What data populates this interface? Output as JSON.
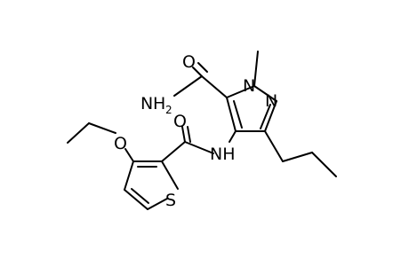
{
  "molecule": {
    "atoms": {
      "amide_oxygen_top": "O",
      "amide_nitrogen": "N",
      "amide_h2_H": "H",
      "amide_h2_sub": "2",
      "ring_n1": "N",
      "ring_n2": "N",
      "amide_link_nh": "NH",
      "carbonyl_oxygen_left": "O",
      "ether_oxygen": "O",
      "thiophene_sulfur": "S"
    }
  }
}
